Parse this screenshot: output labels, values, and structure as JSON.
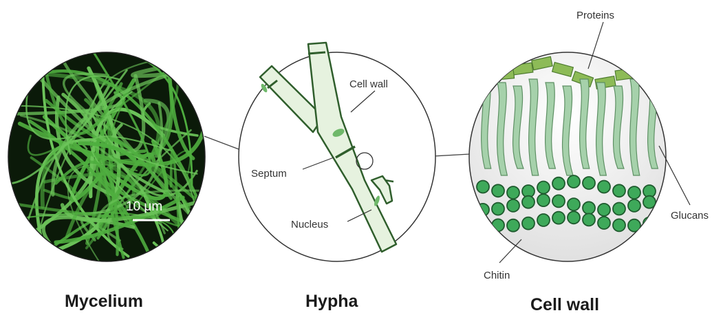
{
  "panels": {
    "mycelium": {
      "caption": "Mycelium",
      "scale_bar": "10 μm"
    },
    "hypha": {
      "caption": "Hypha",
      "labels": {
        "cell_wall": "Cell wall",
        "septum": "Septum",
        "nucleus": "Nucleus"
      }
    },
    "cell_wall": {
      "caption": "Cell wall",
      "labels": {
        "proteins": "Proteins",
        "glucans": "Glucans",
        "chitin": "Chitin"
      }
    }
  },
  "colors": {
    "hypha_fill": "#e6f2df",
    "hypha_edge": "#2f5e2c",
    "glucan_fill": "#a6d1ab",
    "chitin_fill": "#3ea95a",
    "protein_fill": "#8dbb57",
    "mycelium_strand": "#4fae3f"
  }
}
